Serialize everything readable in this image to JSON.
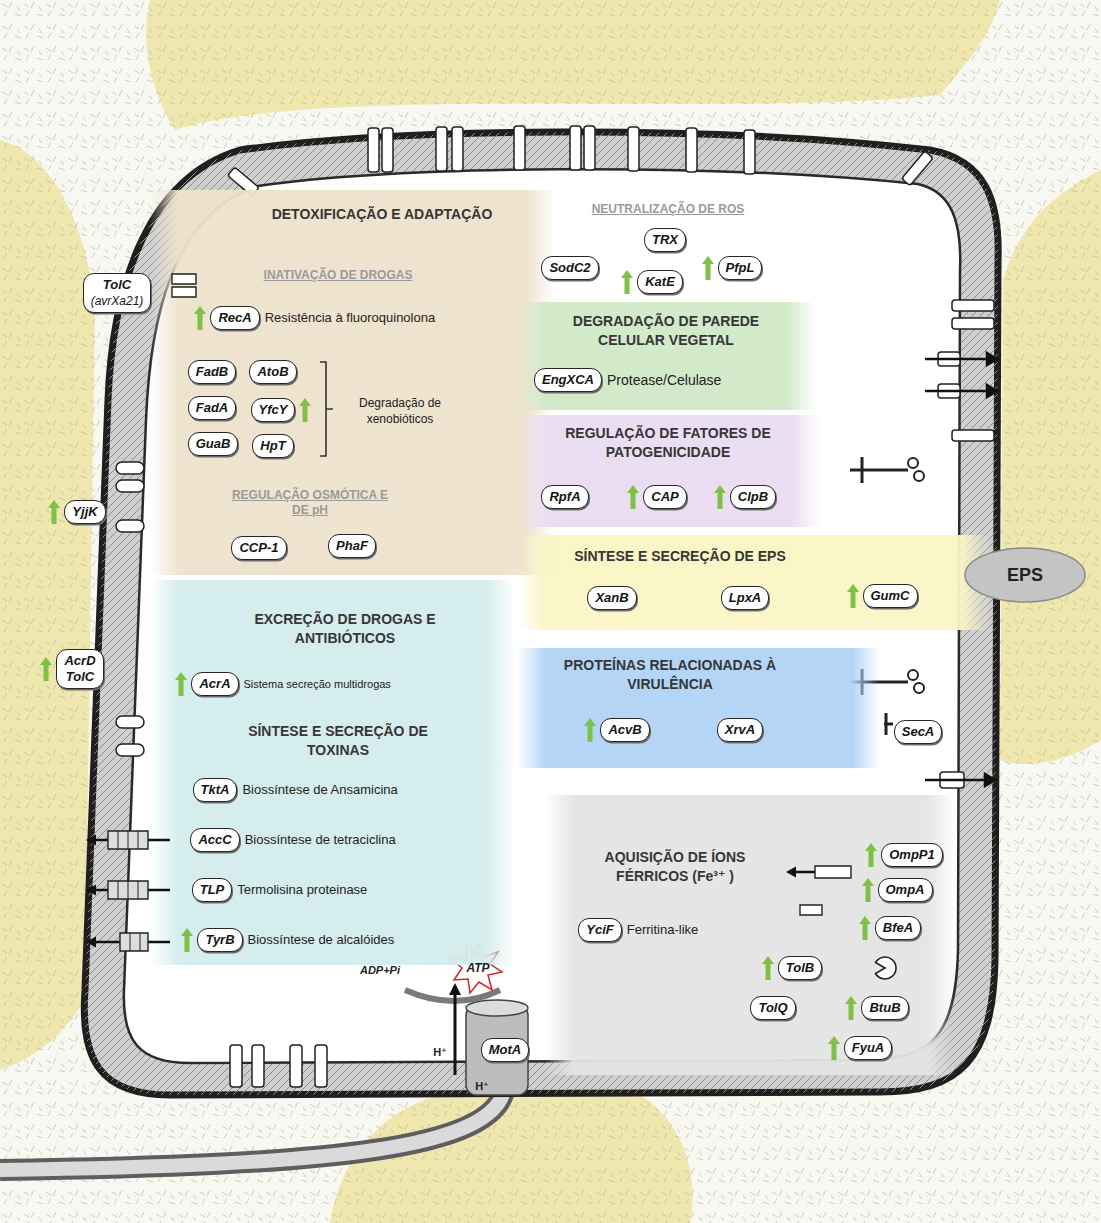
{
  "diagram": {
    "nodes": [
      {
        "text": [
          "DETOXIFICAÇÃO E ADAPTAÇÃO",
          "INATIVAÇÃO DE DROGAS",
          "REGULAÇÃO OSMÓTICA E DE pH"
        ]
      },
      {
        "text": [
          "RecA"
        ],
        "in": 0
      },
      {
        "text": [
          "FadB"
        ],
        "in": 0
      },
      {
        "text": [
          "AtoB"
        ],
        "in": 0
      },
      {
        "text": [
          "FadA"
        ],
        "in": 0
      },
      {
        "text": [
          "YfcY"
        ],
        "in": 0
      },
      {
        "text": [
          "GuaB"
        ],
        "in": 0
      },
      {
        "text": [
          "HpT"
        ],
        "in": 0
      },
      {
        "text": [
          "CCP-1"
        ],
        "in": 0
      },
      {
        "text": [
          "PhaF"
        ],
        "in": 0
      },
      {
        "text": [
          "TolC",
          "(avrXa21)"
        ]
      },
      {
        "text": [
          "YjjK"
        ]
      },
      {
        "text": [
          "SodC2"
        ]
      },
      {
        "text": [
          "TRX"
        ]
      },
      {
        "text": [
          "KatE"
        ]
      },
      {
        "text": [
          "PfpL"
        ]
      },
      {
        "text": [
          "DEGRADAÇÃO DE PAREDE CELULAR VEGETAL"
        ]
      },
      {
        "text": [
          "EngXCA"
        ],
        "in": 16
      },
      {
        "text": [
          "REGULAÇÃO DE FATORES DE PATOGENICIDADE"
        ]
      },
      {
        "text": [
          "RpfA"
        ],
        "in": 18
      },
      {
        "text": [
          "CAP"
        ],
        "in": 18
      },
      {
        "text": [
          "ClpB"
        ],
        "in": 18
      },
      {
        "text": [
          "SÍNTESE E SECREÇÃO DE EPS"
        ]
      },
      {
        "text": [
          "XanB"
        ],
        "in": 22
      },
      {
        "text": [
          "LpxA"
        ],
        "in": 22
      },
      {
        "text": [
          "GumC"
        ],
        "in": 22
      },
      {
        "text": [
          "EPS"
        ]
      },
      {
        "text": [
          "EXCREÇÃO DE DROGAS E ANTIBIÓTICOS",
          "SÍNTESE E SECREÇÃO DE TOXINAS"
        ]
      },
      {
        "text": [
          "AcrD TolC"
        ]
      },
      {
        "text": [
          "AcrA"
        ],
        "in": 27
      },
      {
        "text": [
          "TktA"
        ],
        "in": 27
      },
      {
        "text": [
          "AccC"
        ],
        "in": 27
      },
      {
        "text": [
          "TLP"
        ],
        "in": 27
      },
      {
        "text": [
          "TyrB"
        ],
        "in": 27
      },
      {
        "text": [
          "PROTEÍNAS RELACIONADAS À VIRULÊNCIA"
        ]
      },
      {
        "text": [
          "AcvB"
        ],
        "in": 34
      },
      {
        "text": [
          "XrvA"
        ],
        "in": 34
      },
      {
        "text": [
          "SecA"
        ]
      },
      {
        "text": [
          "AQUISIÇÃO DE ÍONS FÉRRICOS (Fe³⁺ )"
        ]
      },
      {
        "text": [
          "OmpP1"
        ],
        "in": 38
      },
      {
        "text": [
          "OmpA"
        ],
        "in": 38
      },
      {
        "text": [
          "BfeA"
        ],
        "in": 38
      },
      {
        "text": [
          "YciF"
        ],
        "in": 38
      },
      {
        "text": [
          "TolB"
        ],
        "in": 38
      },
      {
        "text": [
          "TolQ"
        ],
        "in": 38
      },
      {
        "text": [
          "BtuB"
        ],
        "in": 38
      },
      {
        "text": [
          "FyuA"
        ],
        "in": 38
      },
      {
        "text": [
          "MotA"
        ]
      }
    ],
    "labels": [
      "NEUTRALIZAÇÃO DE ROS",
      "Resistência à fluoroquinolona",
      "Degradação de xenobióticos",
      "Protease/Celulase",
      "Sistema secreção multidrogas",
      "Biossíntese de Ansamicina",
      "Biossíntese de tetraciclina",
      "Termolisina proteinase",
      "Biossíntese de alcalóides",
      "Ferritina-like",
      "ADP+Pi",
      "ATP",
      "H⁺",
      "H⁺"
    ]
  }
}
